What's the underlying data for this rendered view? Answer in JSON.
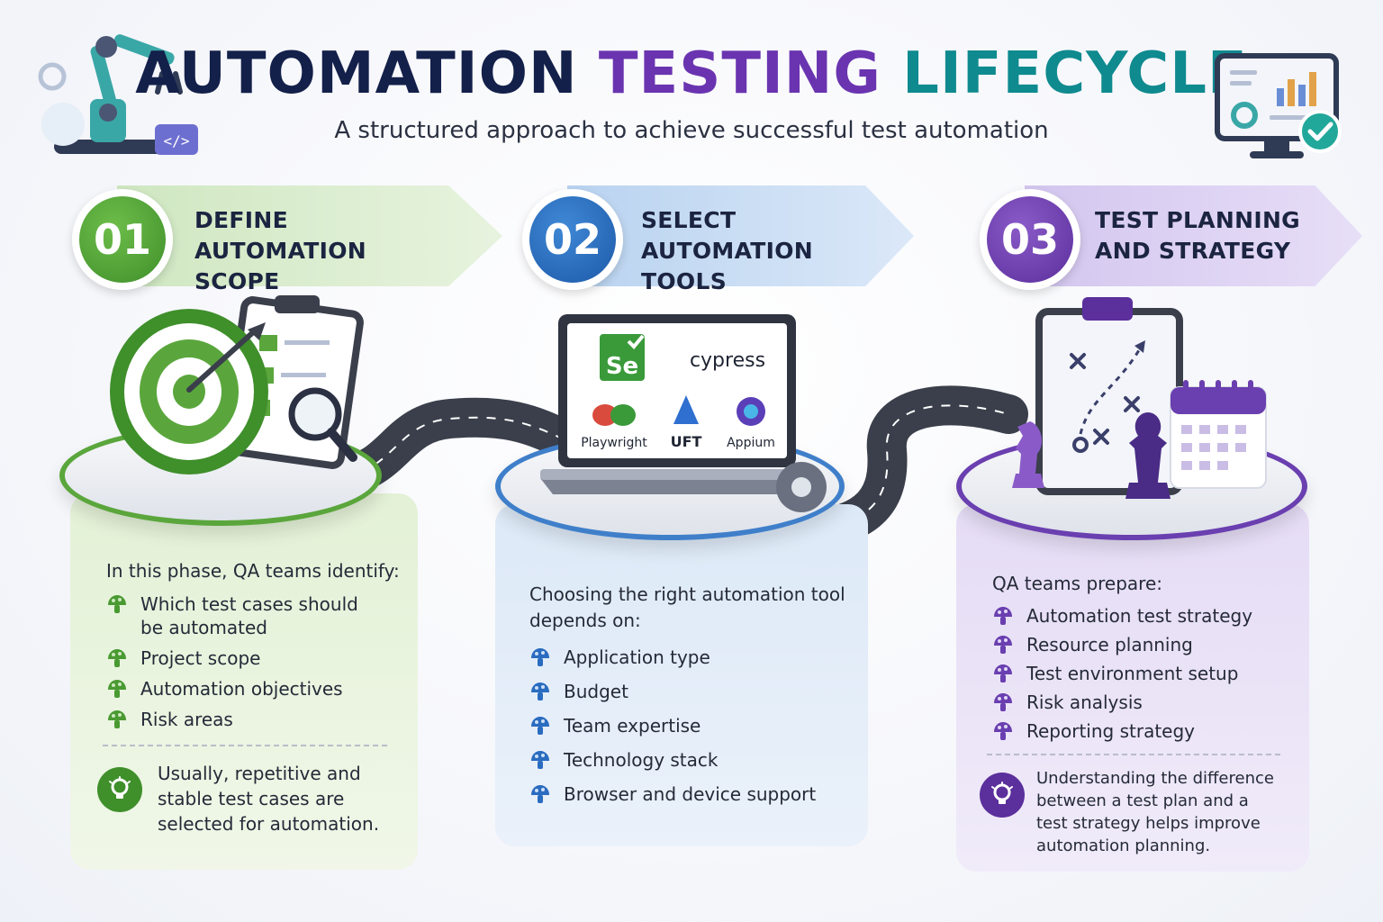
{
  "header": {
    "title_part1": "AUTOMATION",
    "title_part2": "TESTING",
    "title_part3": "LIFECYCLE",
    "subtitle": "A structured approach to achieve successful test automation"
  },
  "phases": [
    {
      "number": "01",
      "title_line1": "DEFINE",
      "title_line2": "AUTOMATION SCOPE",
      "intro": "In this phase, QA teams identify:",
      "items": [
        "Which test cases should",
        "be automated",
        "Project scope",
        "Automation objectives",
        "Risk areas"
      ],
      "tip": [
        "Usually, repetitive and",
        "stable test cases are",
        "selected for automation."
      ]
    },
    {
      "number": "02",
      "title_line1": "SELECT",
      "title_line2": "AUTOMATION TOOLS",
      "intro_line1": "Choosing the right automation tool",
      "intro_line2": "depends on:",
      "items": [
        "Application type",
        "Budget",
        "Team expertise",
        "Technology stack",
        "Browser and device support"
      ],
      "tools": {
        "selenium": "Se",
        "cypress": "cypress",
        "playwright": "Playwright",
        "uft": "UFT",
        "appium": "Appium"
      }
    },
    {
      "number": "03",
      "title_line1": "TEST PLANNING",
      "title_line2": "AND STRATEGY",
      "intro": "QA teams prepare:",
      "items": [
        "Automation test strategy",
        "Resource planning",
        "Test environment setup",
        "Risk analysis",
        "Reporting strategy"
      ],
      "tip": [
        "Understanding the difference",
        "between a test plan and a",
        "test strategy helps improve",
        "automation planning."
      ]
    }
  ],
  "icons": {
    "header_left": "robot-arm-icon",
    "header_right": "dashboard-monitor-icon",
    "bullet": "mushroom-bullet-icon",
    "tip": "lightbulb-icon"
  },
  "colors": {
    "green": "#3f8f2b",
    "blue": "#1d5aa8",
    "purple": "#5b2f9c",
    "navy": "#13204a",
    "teal": "#0f8a8f"
  }
}
